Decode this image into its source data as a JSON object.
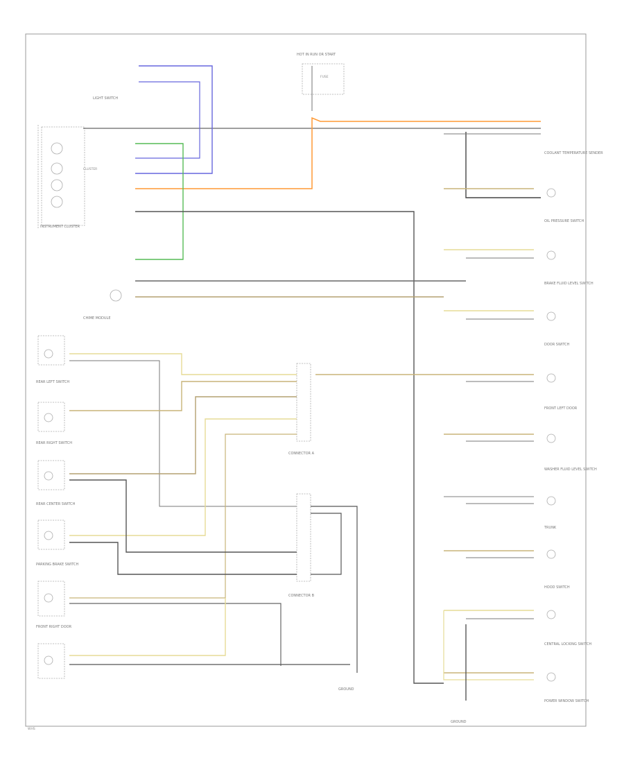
{
  "labels": {
    "top_relay": "HOT IN RUN OR START",
    "top_relay_sub": "FUSE",
    "light_switch": "LIGHT SWITCH",
    "instrument_cluster": "INSTRUMENT CLUSTER",
    "cluster_box": "CLUSTER",
    "chime_module": "CHIME MODULE",
    "coolant_sensor": "COOLANT TEMPERATURE SENDER",
    "oil_pressure": "OIL PRESSURE SWITCH",
    "brake_fluid": "BRAKE FLUID LEVEL SWITCH",
    "door_switch": "DOOR SWITCH",
    "parking_brake": "PARKING BRAKE SWITCH",
    "front_left_door": "FRONT LEFT DOOR",
    "front_right_door": "FRONT RIGHT DOOR",
    "washer_fluid": "WASHER FLUID LEVEL SWITCH",
    "trunk": "TRUNK",
    "hood_switch": "HOOD SWITCH",
    "central_locking": "CENTRAL LOCKING SWITCH",
    "power_window": "POWER WINDOW SWITCH",
    "rear_left": "REAR LEFT SWITCH",
    "rear_right": "REAR RIGHT SWITCH",
    "rear_center": "REAR CENTER SWITCH",
    "connector_a": "CONNECTOR A",
    "connector_b": "CONNECTOR B",
    "ground_left": "GROUND",
    "ground_right": "GROUND",
    "corner_code": "WHS"
  },
  "colors": {
    "wire_dark": "#555555",
    "wire_blue": "#6666dd",
    "wire_green": "#55bb55",
    "wire_orange": "#ff9933",
    "wire_tan": "#c8b478",
    "wire_yellow": "#e6dc96",
    "frame": "#999999"
  }
}
